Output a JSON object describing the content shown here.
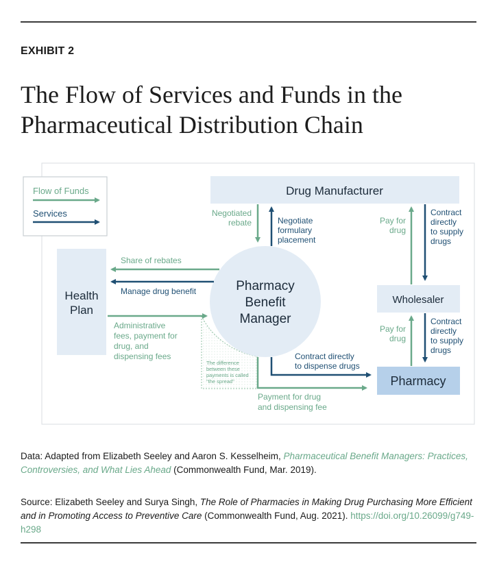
{
  "exhibit_label": "EXHIBIT 2",
  "title_lines": [
    "The Flow of Services and Funds in the",
    "Pharmaceutical Distribution Chain"
  ],
  "colors": {
    "funds": "#6aa98a",
    "services": "#1f4f73",
    "box_light": "#e3ecf5",
    "box_pharmacy": "#b6d0ea",
    "pbm_circle": "#e3ecf5"
  },
  "legend": {
    "funds_label": "Flow of Funds",
    "services_label": "Services"
  },
  "nodes": {
    "manufacturer": "Drug Manufacturer",
    "health_plan": [
      "Health",
      "Plan"
    ],
    "pbm": [
      "Pharmacy",
      "Benefit",
      "Manager"
    ],
    "wholesaler": "Wholesaler",
    "pharmacy": "Pharmacy"
  },
  "flows": {
    "negotiated_rebate": [
      "Negotiated",
      "rebate"
    ],
    "negotiate_formulary": [
      "Negotiate",
      "formulary",
      "placement"
    ],
    "share_of_rebates": "Share of rebates",
    "manage_drug_benefit": "Manage drug benefit",
    "admin_fees": [
      "Administrative",
      "fees, payment for",
      "drug, and",
      "dispensing fees"
    ],
    "spread_note": [
      "The difference",
      "between these",
      "payments is called",
      "\"the spread\""
    ],
    "contract_dispense": [
      "Contract directly",
      "to dispense drugs"
    ],
    "payment_dispensing": [
      "Payment for drug",
      "and dispensing fee"
    ],
    "pay_for_drug_top": [
      "Pay for",
      "drug"
    ],
    "contract_supply_top": [
      "Contract",
      "directly",
      "to supply",
      "drugs"
    ],
    "pay_for_drug_bottom": [
      "Pay for",
      "drug"
    ],
    "contract_supply_bottom": [
      "Contract",
      "directly",
      "to supply",
      "drugs"
    ]
  },
  "data_note": {
    "prefix": "Data: Adapted from Elizabeth Seeley and Aaron S. Kesselheim, ",
    "title": "Pharmaceutical Benefit Managers: Practices, Controversies, and What Lies Ahead",
    "suffix": " (Commonwealth Fund, Mar. 2019)."
  },
  "source_note": {
    "prefix": "Source: Elizabeth Seeley and Surya Singh, ",
    "title": "The Role of Pharmacies in Making Drug Purchasing More Efficient and in Promoting Access to Preventive Care",
    "suffix": " (Commonwealth Fund, Aug. 2021). ",
    "link": "https://doi.org/10.26099/g749-h298"
  }
}
